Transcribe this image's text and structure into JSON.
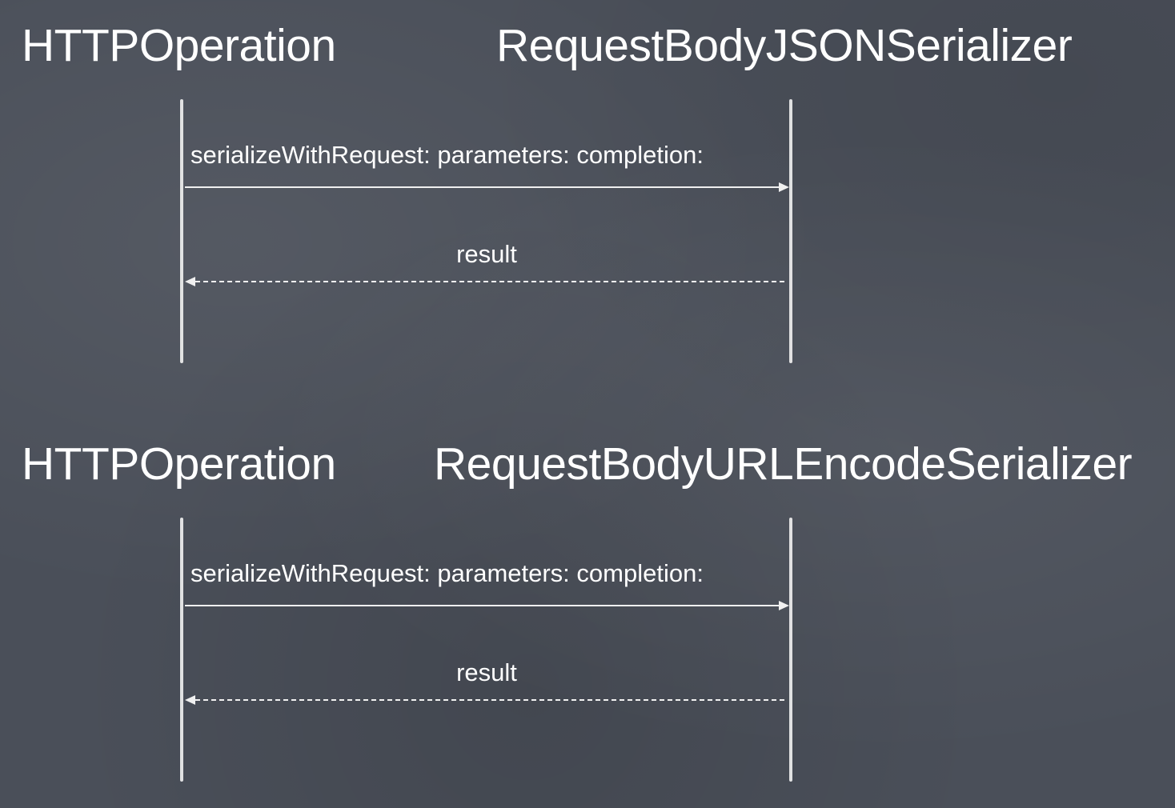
{
  "diagrams": [
    {
      "left_participant": "HTTPOperation",
      "right_participant": "RequestBodyJSONSerializer",
      "call_message": "serializeWithRequest: parameters: completion:",
      "return_message": "result"
    },
    {
      "left_participant": "HTTPOperation",
      "right_participant": "RequestBodyURLEncodeSerializer",
      "call_message": "serializeWithRequest: parameters: completion:",
      "return_message": "result"
    }
  ],
  "colors": {
    "background": "#4a4f59",
    "chalk": "#ffffff"
  }
}
